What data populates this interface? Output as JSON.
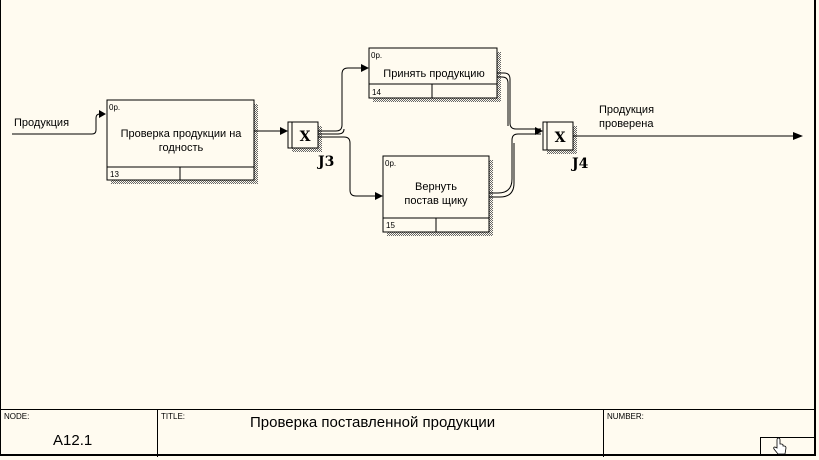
{
  "diagram": {
    "boxes": [
      {
        "id": "box-13",
        "title": "Проверка продукции на годность",
        "lines": [
          "Проверка продукции на",
          "годность"
        ],
        "cost": "0р.",
        "number": "13"
      },
      {
        "id": "box-14",
        "title": "Принять продукцию",
        "lines": [
          "Принять продукцию"
        ],
        "cost": "0р.",
        "number": "14"
      },
      {
        "id": "box-15",
        "title": "Вернуть поставщику",
        "lines": [
          "Вернуть",
          "постав щику"
        ],
        "cost": "0р.",
        "number": "15"
      }
    ],
    "junctions": [
      {
        "id": "J3",
        "symbol": "X",
        "label": "J3"
      },
      {
        "id": "J4",
        "symbol": "X",
        "label": "J4"
      }
    ],
    "arrows": [
      {
        "label": "Продукция"
      },
      {
        "label_lines": [
          "Продукция",
          "проверена"
        ]
      }
    ]
  },
  "footer": {
    "node_label": "NODE:",
    "node_value": "A12.1",
    "title_label": "TITLE:",
    "title_value": "Проверка поставленной продукции",
    "number_label": "NUMBER:"
  },
  "colors": {
    "background": "#fffbf0",
    "line": "#000000",
    "shadow": "#8c8c8c"
  }
}
